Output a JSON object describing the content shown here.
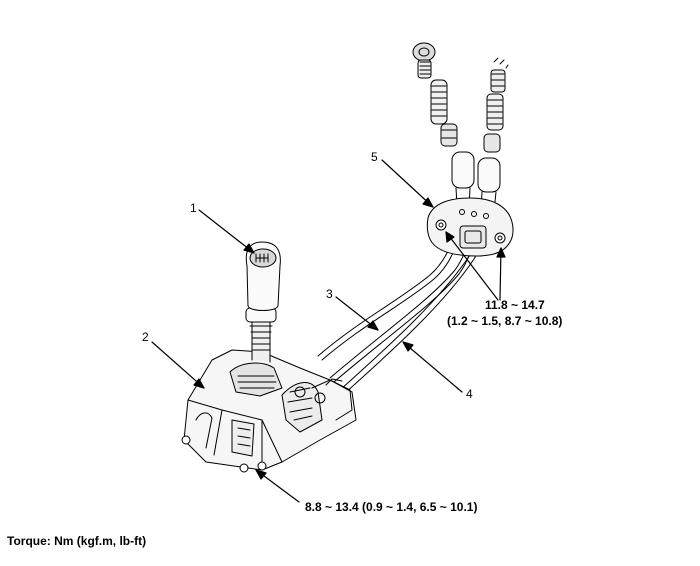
{
  "callouts": {
    "n1": "1",
    "n2": "2",
    "n3": "3",
    "n4": "4",
    "n5": "5"
  },
  "torques": {
    "bracket_main": "11.8 ~ 14.7",
    "bracket_sub": "(1.2 ~ 1.5, 8.7 ~ 10.8)",
    "base": "8.8 ~ 13.4 (0.9 ~ 1.4, 6.5 ~ 10.1)"
  },
  "legend": "Torque: Nm (kgf.m, lb-ft)"
}
